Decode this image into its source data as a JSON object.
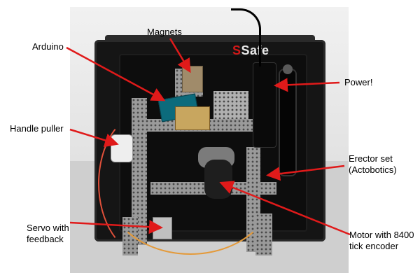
{
  "photo": {
    "safe_brand_mark": "S",
    "safe_brand_text": "Safe"
  },
  "labels": {
    "magnets": "Magnets",
    "arduino": "Arduino",
    "handle_puller": "Handle puller",
    "power": "Power!",
    "erector_line1": "Erector set",
    "erector_line2": "(Actobotics)",
    "servo_line1": "Servo with",
    "servo_line2": "feedback",
    "motor_line1": "Motor with 8400",
    "motor_line2": "tick encoder"
  },
  "colors": {
    "arrow": "#e01a1a",
    "label_text": "#000000"
  }
}
